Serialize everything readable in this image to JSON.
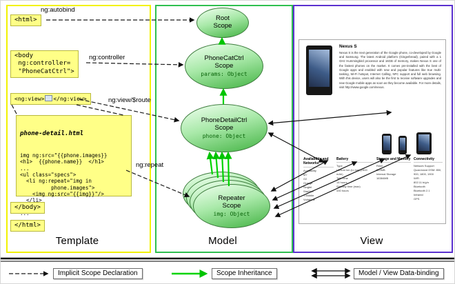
{
  "labels": {
    "template": "Template",
    "model": "Model",
    "view": "View",
    "ng_autobind": "ng:autobind",
    "ng_controller": "ng:controller",
    "ng_view_route": "ng:view/$route",
    "ng_repeat": "ng:repeat"
  },
  "template": {
    "html_open": "<html>",
    "body_open": "<body\n ng:controller=\n \"PhoneCatCtrl\">",
    "ng_view_open": "<ng:view>",
    "ng_view_close": "</ng:view>",
    "detail_file": {
      "title": "phone-detail.html",
      "code": "img ng:src=\"{{phone.images}}\n<h1>  {{phone.name}}  </h1>\n...\n<ul class=\"specs\">\n  <li ng:repeat=\"img in\n          phone.images\">\n    <img ng:src=\"{{img}}\"/>\n  </li>\n</ul>\n..."
    },
    "body_close": "</body>",
    "html_close": "</html>"
  },
  "scopes": {
    "root": {
      "name": "Root\nScope"
    },
    "phonecat": {
      "name": "PhoneCatCtrl\nScope",
      "prop": "params: Object"
    },
    "phonedetail": {
      "name": "PhoneDetailCtrl\nScope",
      "prop": "phone: Object"
    },
    "repeater": {
      "name": "Repeater\nScope",
      "prop": "img: Object"
    }
  },
  "view_page": {
    "title": "Nexus S",
    "description": "Nexus S is the next generation of the Google phone, co-developed by Google and Samsung. The latest Android platform (Gingerbread), paired with a 1 GHz Hummingbird processor and 16GB of memory, makes Nexus S one of the fastest phones on the market. It comes pre-installed with the best of Google apps and enabled with new and popular features like true multi-tasking, Wi-Fi hotspot, Internet Calling, NFC support and full web browsing. With this device, users will also be the first to receive software upgrades and new Google mobile apps as soon as they become available. For more details, visit http://www.google.com/nexus.",
    "specs": [
      {
        "heading": "Availability and Networks",
        "body": "Availability\nM7\nO2\nOrange\nSingtel\nStarHub\nT-Mobile\nVodafone"
      },
      {
        "heading": "Battery",
        "body": "Type\nLithium Ion (Li-Ion) (1500 mAh)\nTalk Time\n14 hours\nStandby time (max)\n430 hours"
      },
      {
        "heading": "Storage and Memory",
        "body": "RAM\n512MB\nInternal Storage\n16384MB"
      },
      {
        "heading": "Connectivity",
        "body": "Network Support\nQuad-band GSM: 850, 900, 1800, 1900\nWiFi\n802.11 b/g/n\nBluetooth\nBluetooth 2.1\nInfrared\nGPS"
      }
    ]
  },
  "legend": {
    "implicit": "Implicit Scope Declaration",
    "inheritance": "Scope Inheritance",
    "binding": "Model / View Data-binding"
  },
  "colors": {
    "template_border": "#f2f200",
    "model_border": "#2ebf4f",
    "view_border": "#5a30cf",
    "codebox_bg": "#ffff87",
    "scope_green": "#43b343",
    "inheritance_arrow": "#00cc00"
  }
}
